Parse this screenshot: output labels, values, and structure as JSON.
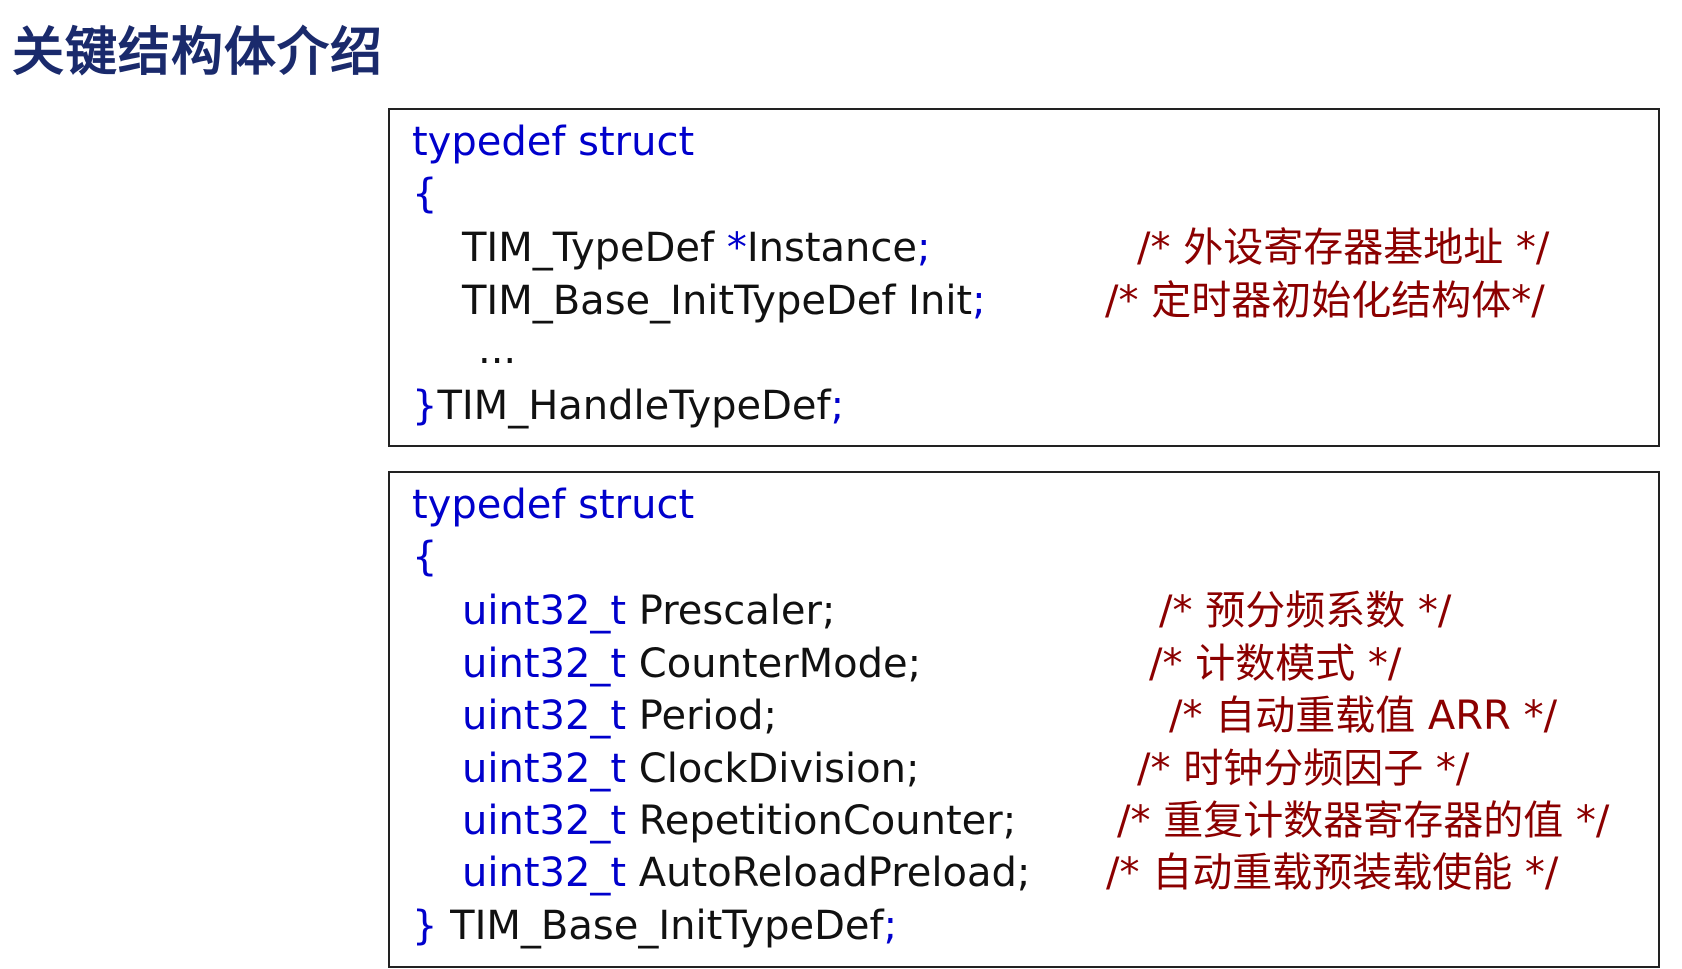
{
  "title": "关键结构体介绍",
  "colors": {
    "title": "#1a2a6c",
    "keyword": "#0000cc",
    "text": "#111111",
    "comment": "#8b0000"
  },
  "box1": {
    "header": "typedef struct",
    "open_brace": "{",
    "members": [
      {
        "type": "TIM_TypeDef ",
        "ptr": "*",
        "name": "Instance",
        "semicolon": ";",
        "comment": "/* 外设寄存器基地址 */"
      },
      {
        "type": "TIM_Base_InitTypeDef ",
        "name": "Init",
        "semicolon": ";",
        "comment": "/* 定时器初始化结构体*/"
      }
    ],
    "ellipsis": "...",
    "close_brace": "}",
    "typename": "TIM_HandleTypeDef",
    "end_semicolon": ";"
  },
  "box2": {
    "header": "typedef struct",
    "open_brace": "{",
    "members": [
      {
        "type": "uint32_t",
        "name": " Prescaler",
        "semicolon": ";",
        "comment": "/* 预分频系数 */"
      },
      {
        "type": "uint32_t",
        "name": " CounterMode",
        "semicolon": ";",
        "comment": "/* 计数模式 */"
      },
      {
        "type": "uint32_t",
        "name": " Period",
        "semicolon": ";",
        "comment": "/* 自动重载值 ARR */"
      },
      {
        "type": "uint32_t",
        "name": " ClockDivision",
        "semicolon": ";",
        "comment": "/* 时钟分频因子 */"
      },
      {
        "type": "uint32_t",
        "name": " RepetitionCounter",
        "semicolon": ";",
        "comment": "/* 重复计数器寄存器的值 */"
      },
      {
        "type": "uint32_t",
        "name": " AutoReloadPreload",
        "semicolon": ";",
        "comment": "/* 自动重载预装载使能 */"
      }
    ],
    "close_brace": "}",
    "typename": " TIM_Base_InitTypeDef",
    "end_semicolon": ";"
  }
}
